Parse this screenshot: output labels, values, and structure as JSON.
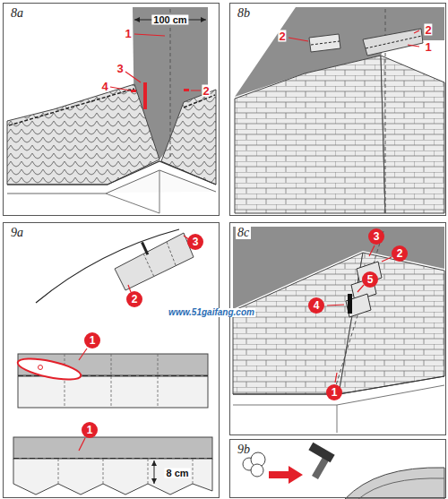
{
  "diagram": {
    "nodes": [
      {
        "text": [
          "8a"
        ]
      },
      {
        "text": [
          "8b"
        ]
      },
      {
        "text": [
          "9a"
        ]
      },
      {
        "text": [
          "8c"
        ]
      },
      {
        "text": [
          "9b"
        ]
      }
    ],
    "labels": [
      "100 cm",
      "1",
      "3",
      "4",
      "2",
      "2",
      "2",
      "1",
      "3",
      "2",
      "1",
      "1",
      "8 cm",
      "3",
      "2",
      "5",
      "4",
      "1",
      "www.51gaifang.com"
    ]
  }
}
